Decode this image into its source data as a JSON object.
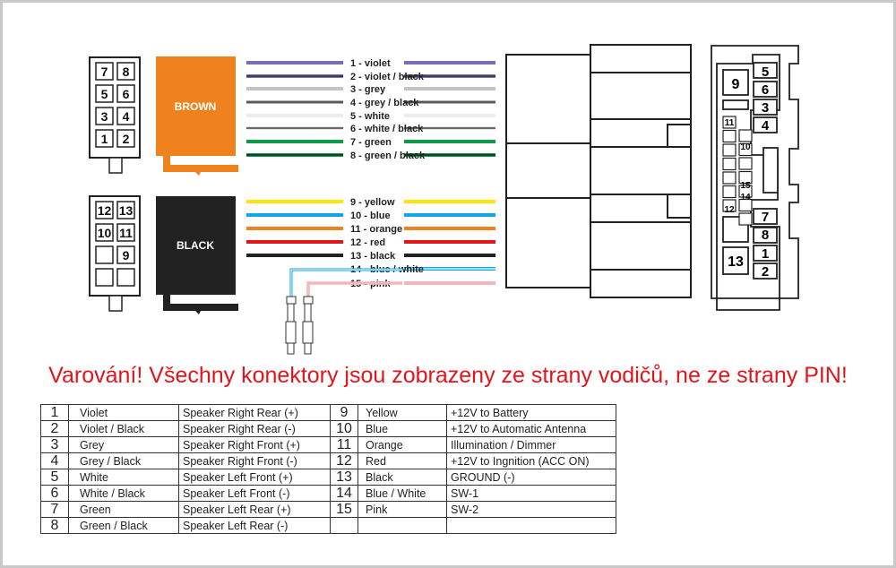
{
  "connectors": {
    "brown_label": "BROWN",
    "black_label": "BLACK",
    "brown_pins": [
      "7",
      "8",
      "5",
      "6",
      "3",
      "4",
      "1",
      "2"
    ],
    "black_pins": [
      "12",
      "13",
      "10",
      "11",
      "",
      "9",
      "",
      ""
    ],
    "iso_pins": {
      "p9": "9",
      "p5": "5",
      "p6": "6",
      "p3": "3",
      "p4": "4",
      "p11": "11",
      "p10": "10",
      "p15": "15",
      "p14": "14",
      "p12": "12",
      "p7": "7",
      "p8": "8",
      "p13": "13",
      "p1": "1",
      "p2": "2"
    }
  },
  "wires": [
    {
      "label": "1 - violet",
      "color": "#7b6db3",
      "stripe": ""
    },
    {
      "label": "2 - violet / black",
      "color": "#7b6db3",
      "stripe": "#222"
    },
    {
      "label": "3 - grey",
      "color": "#c4c4c4",
      "stripe": ""
    },
    {
      "label": "4 - grey / black",
      "color": "#b0b0b0",
      "stripe": "#222"
    },
    {
      "label": "5 - white",
      "color": "#ececec",
      "stripe": ""
    },
    {
      "label": "6 - white / black",
      "color": "#e4e4e4",
      "stripe": "#222"
    },
    {
      "label": "7 - green",
      "color": "#0e9a48",
      "stripe": ""
    },
    {
      "label": "8 - green / black",
      "color": "#0e9a48",
      "stripe": "#111"
    },
    {
      "label": "9 - yellow",
      "color": "#ffe600",
      "stripe": ""
    },
    {
      "label": "10 - blue",
      "color": "#12a6e6",
      "stripe": ""
    },
    {
      "label": "11 - orange",
      "color": "#f0821e",
      "stripe": ""
    },
    {
      "label": "12 - red",
      "color": "#e3151b",
      "stripe": ""
    },
    {
      "label": "13 - black",
      "color": "#222222",
      "stripe": ""
    },
    {
      "label": "14 - blue / white",
      "color": "#12a6e6",
      "stripe": "#fff"
    },
    {
      "label": "15 - pink",
      "color": "#f4b6bd",
      "stripe": ""
    }
  ],
  "warning": "Varování! Všechny konektory jsou zobrazeny ze strany vodičů, ne ze strany PIN!",
  "table": {
    "rows": [
      {
        "n1": "1",
        "c1": "Violet",
        "f1": "Speaker Right Rear (+)",
        "n2": "9",
        "c2": "Yellow",
        "f2": "+12V to Battery"
      },
      {
        "n1": "2",
        "c1": "Violet / Black",
        "f1": "Speaker Right Rear (-)",
        "n2": "10",
        "c2": "Blue",
        "f2": "+12V to Automatic Antenna"
      },
      {
        "n1": "3",
        "c1": "Grey",
        "f1": "Speaker Right Front (+)",
        "n2": "11",
        "c2": "Orange",
        "f2": "Illumination / Dimmer"
      },
      {
        "n1": "4",
        "c1": "Grey / Black",
        "f1": "Speaker Right Front (-)",
        "n2": "12",
        "c2": "Red",
        "f2": "+12V to Ingnition (ACC ON)"
      },
      {
        "n1": "5",
        "c1": "White",
        "f1": "Speaker Left Front (+)",
        "n2": "13",
        "c2": "Black",
        "f2": "GROUND (-)"
      },
      {
        "n1": "6",
        "c1": "White / Black",
        "f1": "Speaker Left Front (-)",
        "n2": "14",
        "c2": "Blue / White",
        "f2": "SW-1"
      },
      {
        "n1": "7",
        "c1": "Green",
        "f1": "Speaker Left Rear (+)",
        "n2": "15",
        "c2": "Pink",
        "f2": "SW-2"
      },
      {
        "n1": "8",
        "c1": "Green / Black",
        "f1": "Speaker Left Rear (-)",
        "n2": "",
        "c2": "",
        "f2": ""
      }
    ]
  }
}
